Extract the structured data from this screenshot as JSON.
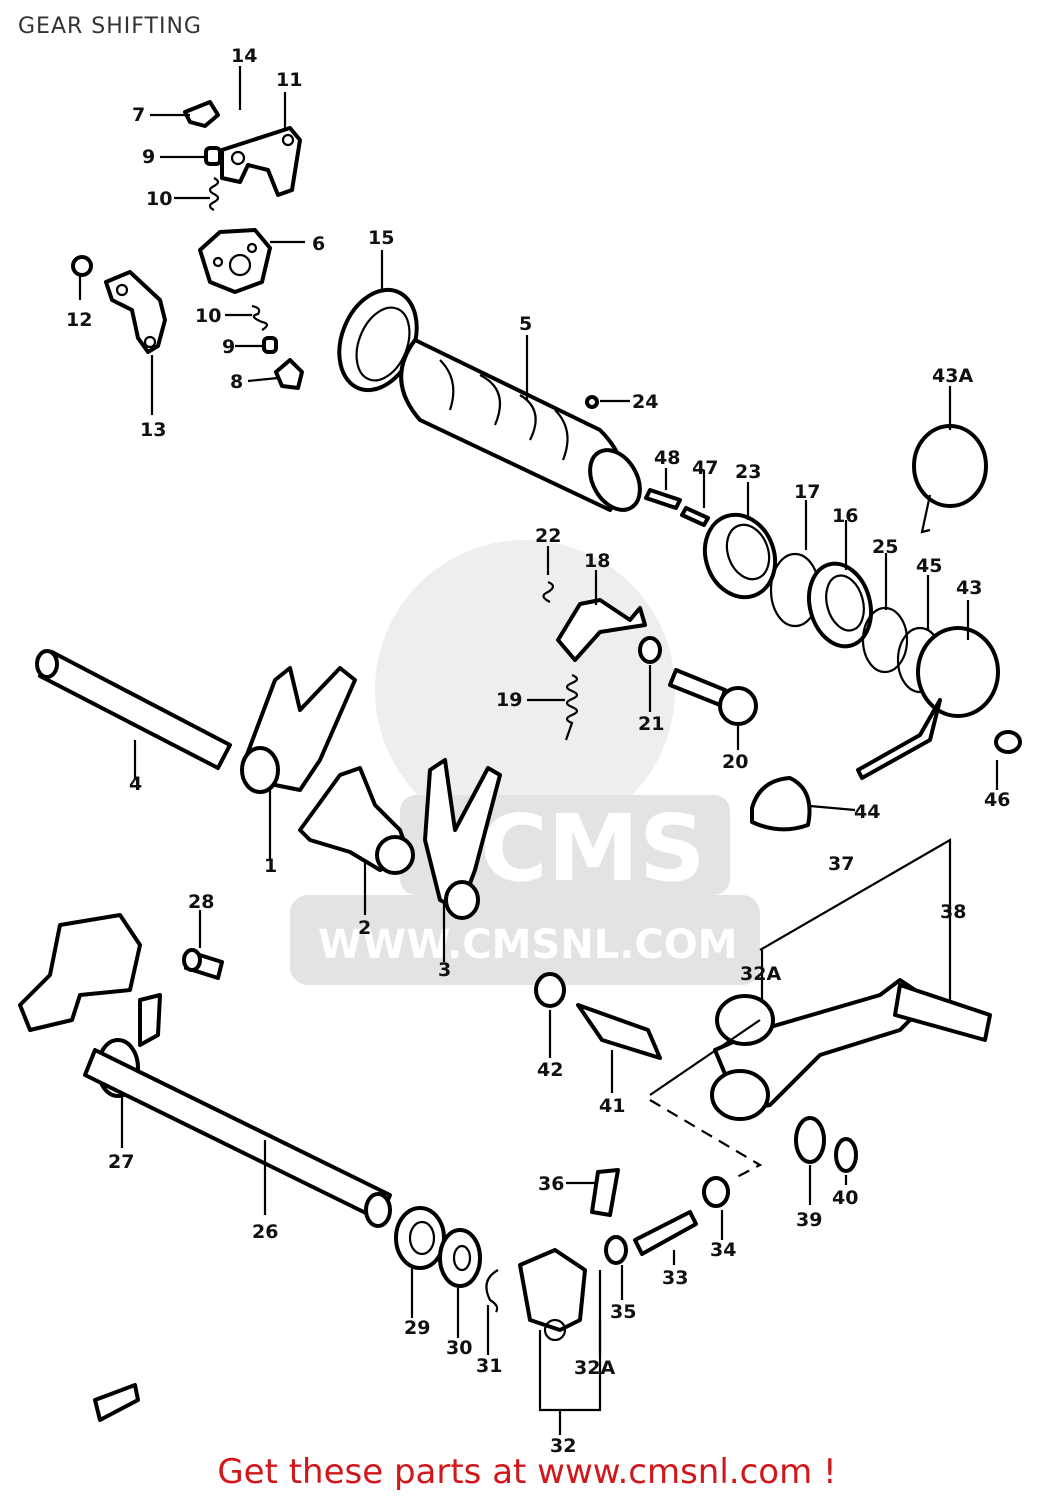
{
  "title": "GEAR SHIFTING",
  "footer": "Get these parts at www.cmsnl.com !",
  "watermark": {
    "brand": "CMS",
    "url": "WWW.CMSNL.COM",
    "color": "#e3e3e3"
  },
  "colors": {
    "footer": "#d0181c",
    "ink": "#000000"
  },
  "callouts": [
    "14",
    "11",
    "7",
    "9",
    "10",
    "6",
    "12",
    "13",
    "10",
    "9",
    "8",
    "15",
    "5",
    "24",
    "43A",
    "48",
    "47",
    "23",
    "17",
    "16",
    "25",
    "45",
    "43",
    "22",
    "18",
    "19",
    "21",
    "20",
    "46",
    "44",
    "4",
    "1",
    "2",
    "3",
    "37",
    "38",
    "28",
    "32A",
    "42",
    "41",
    "27",
    "26",
    "36",
    "33",
    "34",
    "39",
    "40",
    "29",
    "30",
    "31",
    "35",
    "32A",
    "32"
  ]
}
